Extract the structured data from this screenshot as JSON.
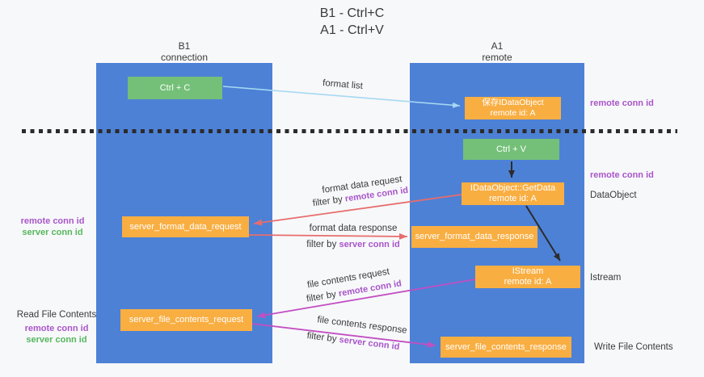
{
  "colors": {
    "background": "#f7f8fa",
    "panel-blue": "#4d81d6",
    "box-green": "#74c078",
    "box-orange": "#f9ae42",
    "arrow-lightblue": "#a6d9f2",
    "arrow-red": "#e76d6d",
    "arrow-magenta": "#c24fc2",
    "arrow-black": "#2b2b2b",
    "text-purple": "#a955c9",
    "text-green": "#55b75c"
  },
  "title": {
    "line1": "B1 - Ctrl+C",
    "line2": "A1 - Ctrl+V"
  },
  "columns": {
    "left": {
      "title": "B1",
      "subtitle": "connection"
    },
    "right": {
      "title": "A1",
      "subtitle": "remote"
    }
  },
  "nodes": {
    "ctrl_c": {
      "label": "Ctrl + C"
    },
    "ctrl_v": {
      "label": "Ctrl + V"
    },
    "save_dataobject": {
      "line1": "保存IDataObject",
      "line2": "remote id: A"
    },
    "getdata": {
      "line1": "IDataObject::GetData",
      "line2": "remote id: A"
    },
    "istream": {
      "line1": "IStream",
      "line2": "remote id: A"
    },
    "format_request": {
      "label": "server_format_data_request"
    },
    "format_response": {
      "label": "server_format_data_response"
    },
    "file_request": {
      "label": "server_file_contents_request"
    },
    "file_response": {
      "label": "server_file_contents_response"
    }
  },
  "flows": {
    "format_list": {
      "label": "format list"
    },
    "format_data_request": {
      "label": "format data request",
      "filter": "filter by",
      "key": "remote conn id"
    },
    "format_data_response": {
      "label": "format data response",
      "filter": "filter by",
      "key": "server conn id"
    },
    "file_contents_request": {
      "label": "file contents request",
      "filter": "filter by",
      "key": "remote conn id"
    },
    "file_contents_response": {
      "label": "file contents response",
      "filter": "filter by",
      "key": "server conn id"
    }
  },
  "side_labels": {
    "right_remote_conn_id_1": "remote conn id",
    "right_remote_conn_id_2": "remote conn id",
    "right_dataobject": "DataObject",
    "right_istream": "Istream",
    "right_write_file_contents": "Write File Contents",
    "left_remote_conn_id_1": "remote conn id",
    "left_server_conn_id_1": "server conn id",
    "left_read_file_contents": "Read File Contents",
    "left_remote_conn_id_2": "remote conn id",
    "left_server_conn_id_2": "server conn id"
  }
}
